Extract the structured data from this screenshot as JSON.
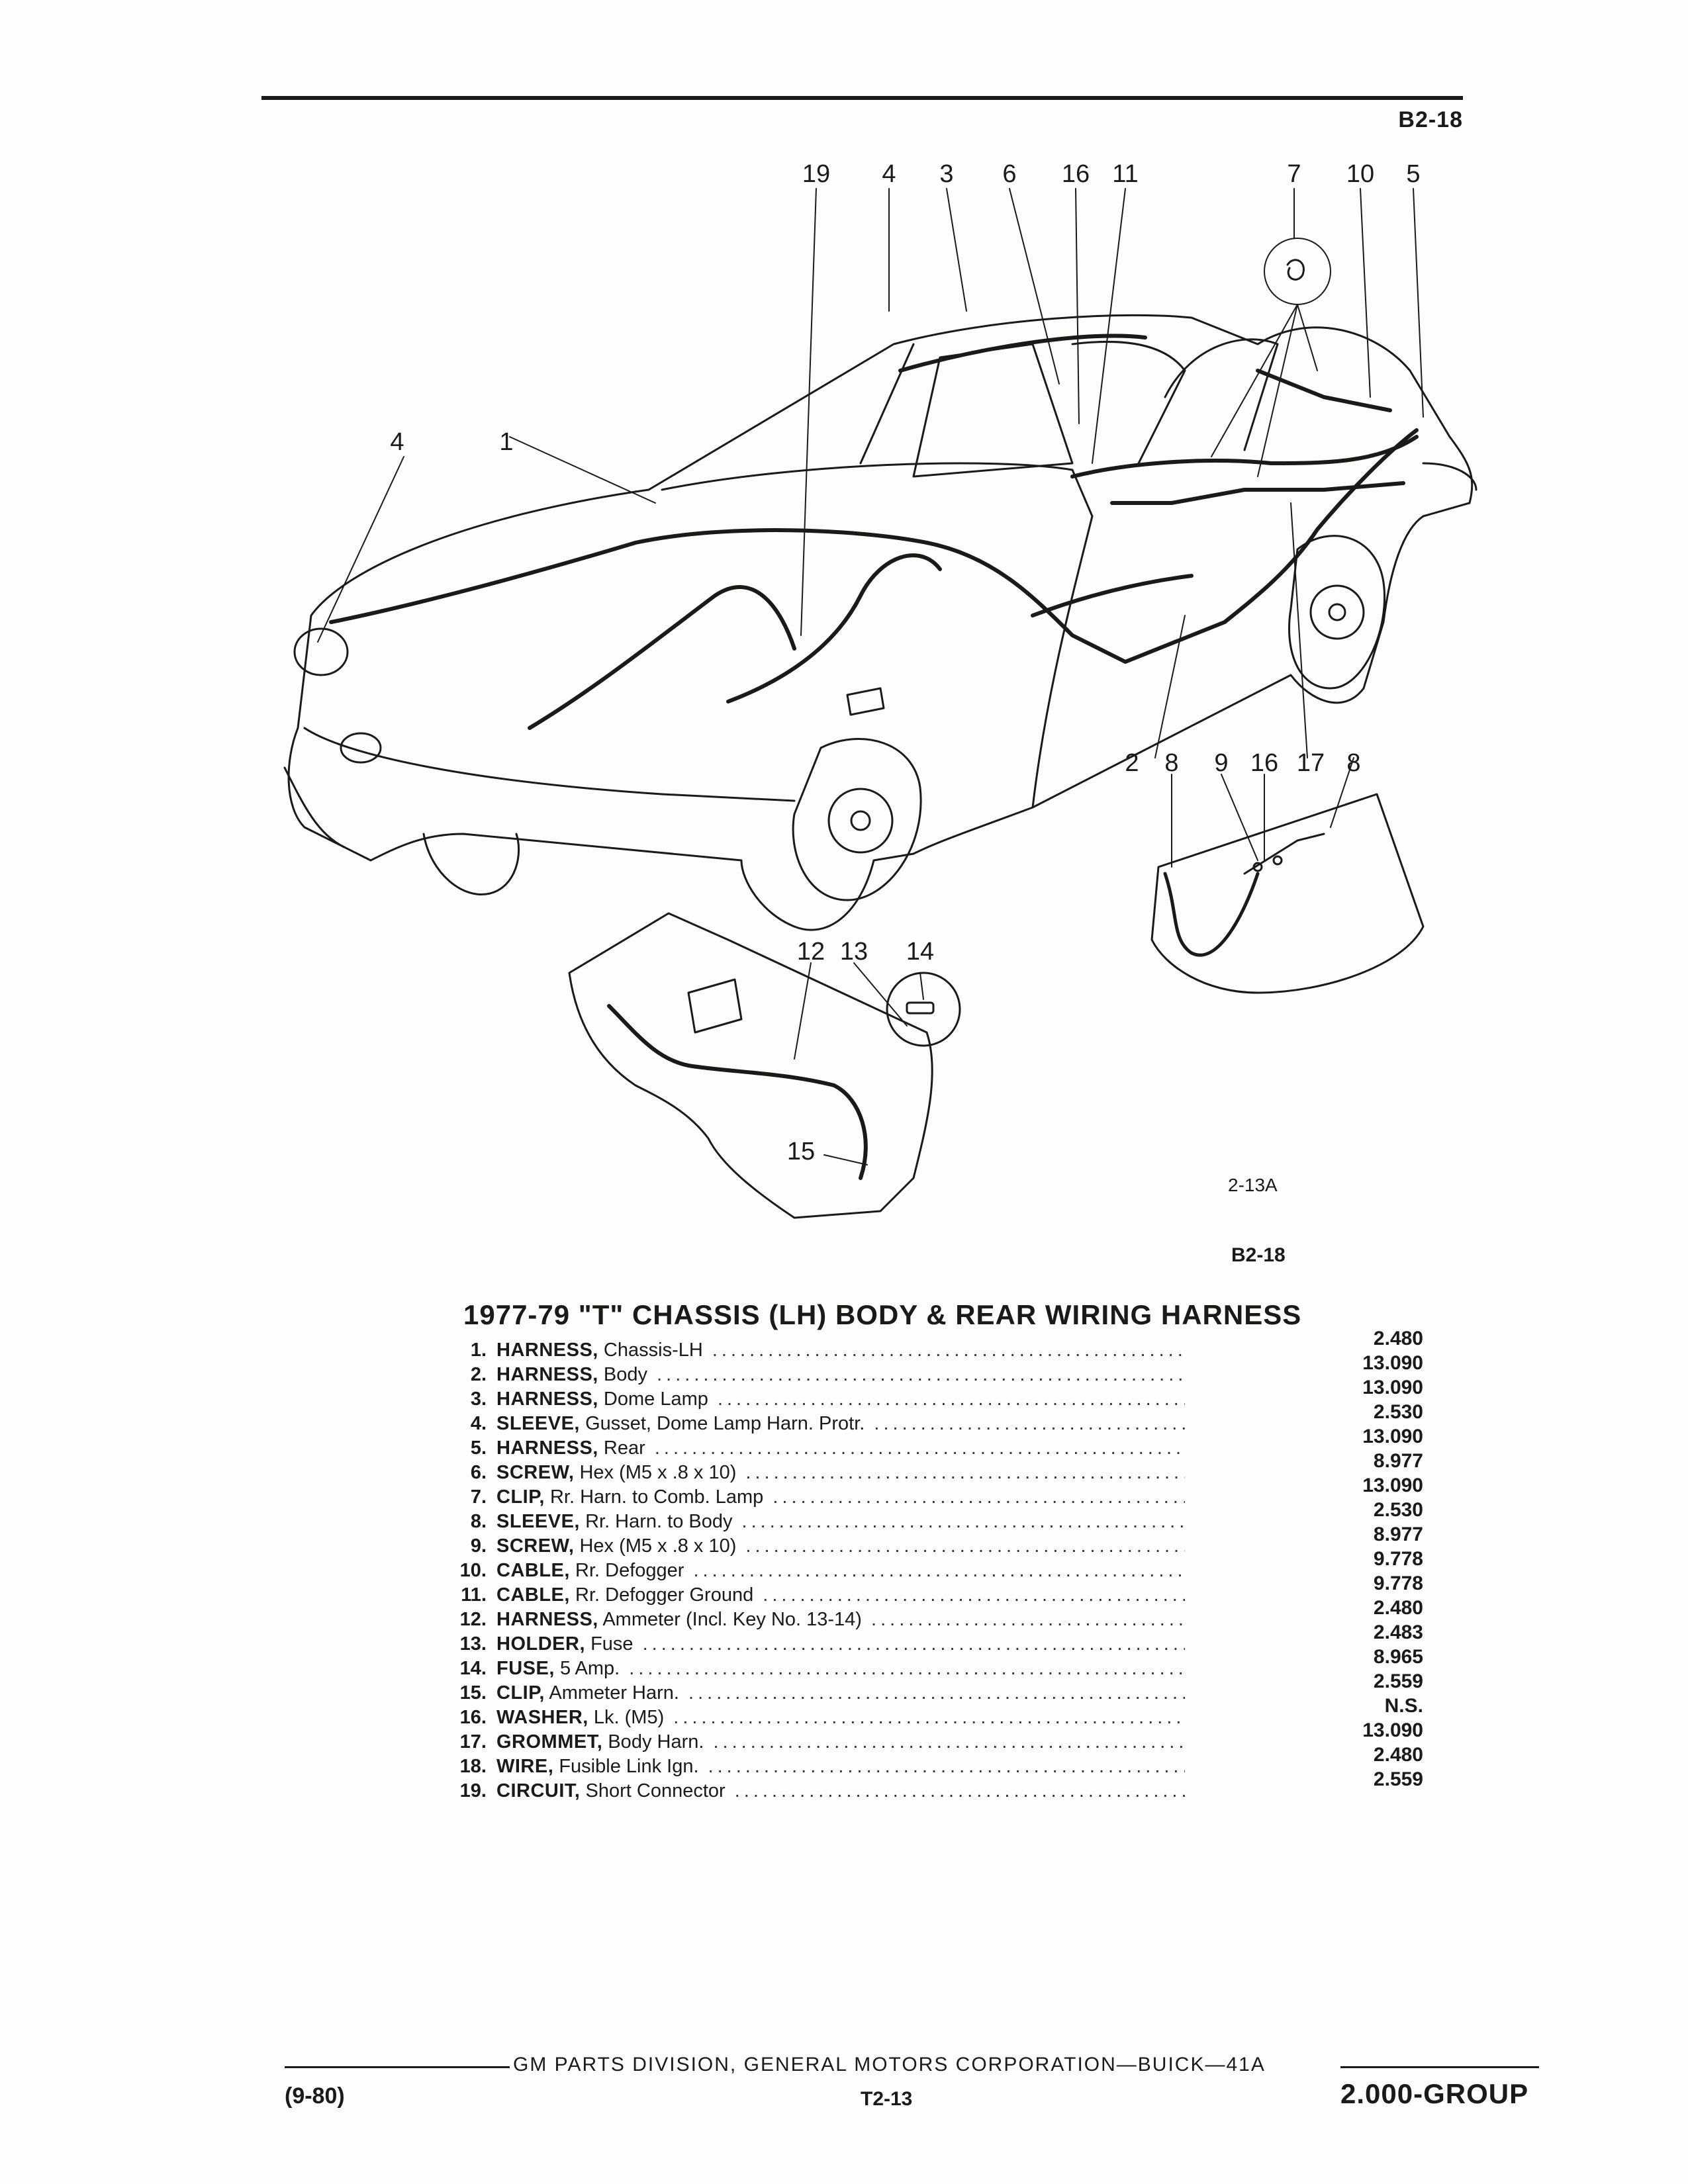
{
  "header": {
    "page_code": "B2-18"
  },
  "diagram": {
    "callouts": [
      "19",
      "4",
      "3",
      "6",
      "16",
      "11",
      "7",
      "10",
      "5",
      "4",
      "1",
      "2",
      "8",
      "9",
      "16",
      "17",
      "8",
      "12",
      "13",
      "14",
      "15"
    ],
    "figure_number": "2-13A"
  },
  "section": {
    "page_code": "B2-18",
    "title": "1977-79 \"T\" CHASSIS (LH) BODY & REAR WIRING HARNESS"
  },
  "parts": [
    {
      "num": "1.",
      "name": "HARNESS,",
      "desc": "Chassis-LH",
      "code": "2.480"
    },
    {
      "num": "2.",
      "name": "HARNESS,",
      "desc": "Body",
      "code": "13.090"
    },
    {
      "num": "3.",
      "name": "HARNESS,",
      "desc": "Dome Lamp",
      "code": "13.090"
    },
    {
      "num": "4.",
      "name": "SLEEVE,",
      "desc": "Gusset, Dome Lamp Harn. Protr.",
      "code": "2.530"
    },
    {
      "num": "5.",
      "name": "HARNESS,",
      "desc": "Rear",
      "code": "13.090"
    },
    {
      "num": "6.",
      "name": "SCREW,",
      "desc": "Hex (M5 x .8 x 10)",
      "code": "8.977"
    },
    {
      "num": "7.",
      "name": "CLIP,",
      "desc": "Rr. Harn. to Comb. Lamp",
      "code": "13.090"
    },
    {
      "num": "8.",
      "name": "SLEEVE,",
      "desc": "Rr. Harn. to Body",
      "code": "2.530"
    },
    {
      "num": "9.",
      "name": "SCREW,",
      "desc": "Hex (M5 x .8 x 10)",
      "code": "8.977"
    },
    {
      "num": "10.",
      "name": "CABLE,",
      "desc": "Rr. Defogger",
      "code": "9.778"
    },
    {
      "num": "11.",
      "name": "CABLE,",
      "desc": "Rr. Defogger Ground",
      "code": "9.778"
    },
    {
      "num": "12.",
      "name": "HARNESS,",
      "desc": "Ammeter (Incl. Key No. 13-14)",
      "code": "2.480"
    },
    {
      "num": "13.",
      "name": "HOLDER,",
      "desc": "Fuse",
      "code": "2.483"
    },
    {
      "num": "14.",
      "name": "FUSE,",
      "desc": "5 Amp.",
      "code": "8.965"
    },
    {
      "num": "15.",
      "name": "CLIP,",
      "desc": "Ammeter Harn.",
      "code": "2.559"
    },
    {
      "num": "16.",
      "name": "WASHER,",
      "desc": "Lk. (M5)",
      "code": "N.S."
    },
    {
      "num": "17.",
      "name": "GROMMET,",
      "desc": "Body Harn.",
      "code": "13.090"
    },
    {
      "num": "18.",
      "name": "WIRE,",
      "desc": "Fusible Link Ign.",
      "code": "2.480"
    },
    {
      "num": "19.",
      "name": "CIRCUIT,",
      "desc": "Short Connector",
      "code": "2.559"
    }
  ],
  "footer": {
    "publisher": "GM PARTS DIVISION, GENERAL MOTORS CORPORATION—BUICK—41A",
    "date": "(9-80)",
    "page": "T2-13",
    "group": "2.000-GROUP"
  }
}
